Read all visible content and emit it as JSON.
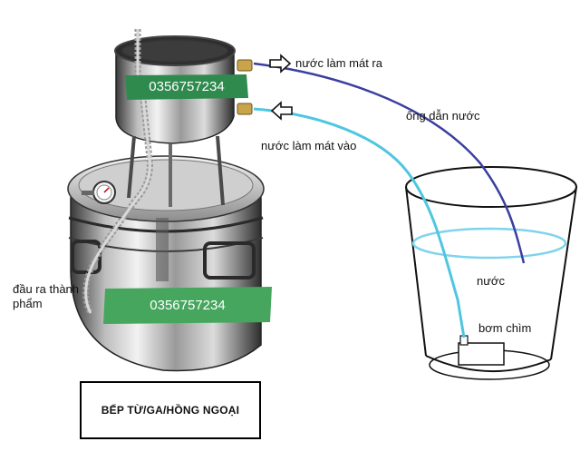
{
  "labels": {
    "cooling_out": "nước làm mát ra",
    "cooling_in": "nước làm mát vào",
    "water_pipe": "ống dẫn nước",
    "water": "nước",
    "pump": "bơm chìm",
    "product_outlet": "đầu ra thành phẩm",
    "stove": "BẾP TỪ/GA/HỒNG NGOẠI"
  },
  "phone_tags": {
    "top": "0356757234",
    "bottom": "0356757234"
  },
  "colors": {
    "outlet_pipe": "#3a3f9e",
    "inlet_pipe": "#4fc6e0",
    "water_line": "#7fd3ec",
    "phone_tag_bg": "#2f8a4e",
    "steel_light": "#e6e6e6",
    "steel_dark": "#3a3a3a"
  }
}
